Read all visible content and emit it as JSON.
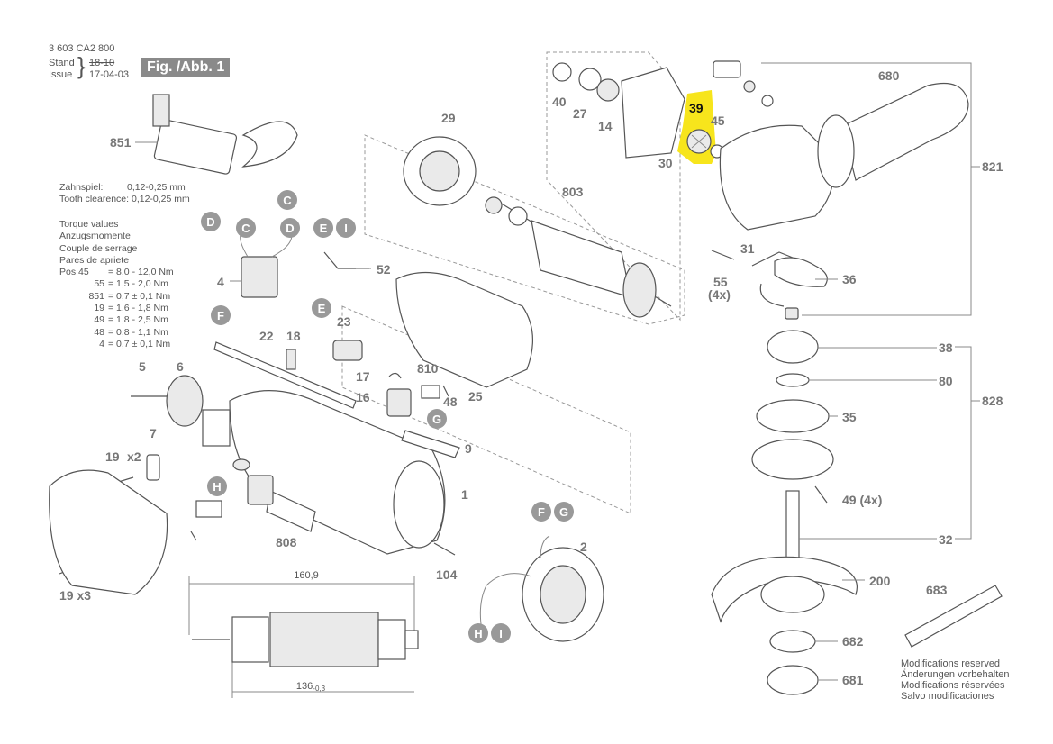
{
  "header": {
    "doc_number": "3 603 CA2 800",
    "stand_label": "Stand",
    "stand_value": "18-10",
    "issue_label": "Issue",
    "issue_value": "17-04-03",
    "figure_label": "Fig. /Abb. 1"
  },
  "tooth_clearance": {
    "line_de": "Zahnspiel:",
    "value_de": "0,12-0,25 mm",
    "line_en": "Tooth clearence:",
    "value_en": "0,12-0,25 mm"
  },
  "torque": {
    "titles": [
      "Torque values",
      "Anzugsmomente",
      "Couple de serrage",
      "Pares de apriete"
    ],
    "rows": [
      {
        "pos": "Pos   45",
        "value": "= 8,0 - 12,0 Nm"
      },
      {
        "pos": "55",
        "value": "= 1,5 - 2,0 Nm"
      },
      {
        "pos": "851",
        "value": "= 0,7 ± 0,1 Nm"
      },
      {
        "pos": "19",
        "value": "= 1,6 - 1,8 Nm"
      },
      {
        "pos": "49",
        "value": "= 1,8 - 2,5 Nm"
      },
      {
        "pos": "48",
        "value": "= 0,8 - 1,1 Nm"
      },
      {
        "pos": "4",
        "value": "= 0,7 ± 0,1 Nm"
      }
    ]
  },
  "dimensions": {
    "overall": "160,9",
    "core": "136",
    "core_tol": "-0,3"
  },
  "highlight": {
    "part": "39",
    "color": "#f7e51c"
  },
  "connector_color": "#999999",
  "parts": [
    "851",
    "4",
    "52",
    "22",
    "18",
    "23",
    "17",
    "810",
    "48",
    "16",
    "5",
    "6",
    "7",
    "19",
    "x2",
    "1",
    "9",
    "808",
    "104",
    "2",
    "19  x3",
    "25",
    "29",
    "803",
    "40",
    "27",
    "14",
    "30",
    "39",
    "45",
    "680",
    "821",
    "31",
    "55",
    "(4x)",
    "36",
    "38",
    "80",
    "35",
    "828",
    "49 (4x)",
    "32",
    "200",
    "683",
    "682",
    "681"
  ],
  "connectors": [
    "C",
    "D",
    "C",
    "D",
    "E",
    "I",
    "F",
    "E",
    "G",
    "H",
    "F",
    "G",
    "H",
    "I"
  ],
  "modifications": [
    "Modifications reserved",
    "Änderungen vorbehalten",
    "Modifications réservées",
    "Salvo modificaciones"
  ]
}
